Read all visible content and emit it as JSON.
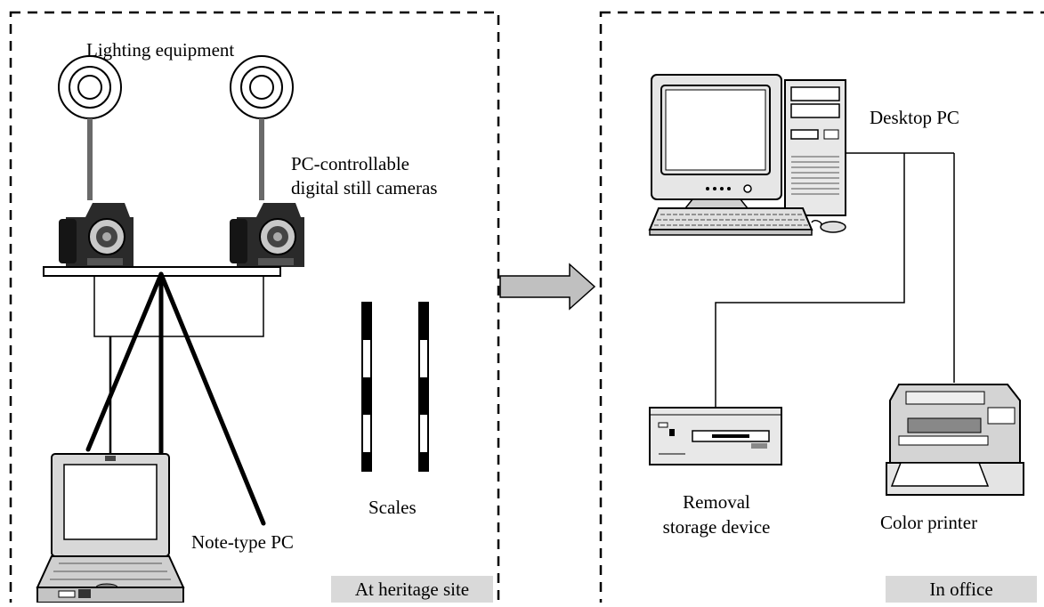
{
  "site_panel": {
    "tag": "At heritage site",
    "lighting_label": "Lighting equipment",
    "cameras_label_line1": "PC-controllable",
    "cameras_label_line2": "digital still cameras",
    "scales_label": "Scales",
    "laptop_label": "Note-type PC"
  },
  "office_panel": {
    "tag": "In office",
    "desktop_label": "Desktop PC",
    "storage_label_line1": "Removal",
    "storage_label_line2": "storage device",
    "printer_label": "Color printer"
  },
  "colors": {
    "tag_bg": "#d9d9d9",
    "arrow_fill": "#c0c0c0",
    "camera_body": "#2a2a2a",
    "device_gray": "#d0d0d0"
  }
}
